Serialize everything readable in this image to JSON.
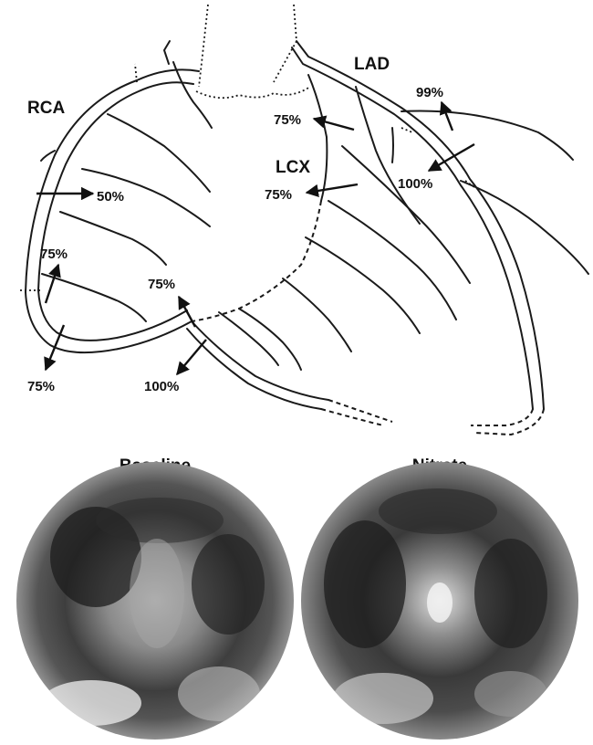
{
  "vessels": {
    "rca": "RCA",
    "lad": "LAD",
    "lcx": "LCX"
  },
  "stenoses": [
    {
      "id": "lad-distal",
      "label": "99%"
    },
    {
      "id": "lad-diag",
      "label": "75%"
    },
    {
      "id": "lad-mid",
      "label": "100%"
    },
    {
      "id": "lcx-prox",
      "label": "75%"
    },
    {
      "id": "rca-mid",
      "label": "50%"
    },
    {
      "id": "rca-pl",
      "label": "75%"
    },
    {
      "id": "rca-distal",
      "label": "75%"
    },
    {
      "id": "pda-upper",
      "label": "75%"
    },
    {
      "id": "pda-lower",
      "label": "100%"
    }
  ],
  "polar_maps": [
    {
      "title": "Baseline"
    },
    {
      "title": "Nitrate"
    }
  ]
}
